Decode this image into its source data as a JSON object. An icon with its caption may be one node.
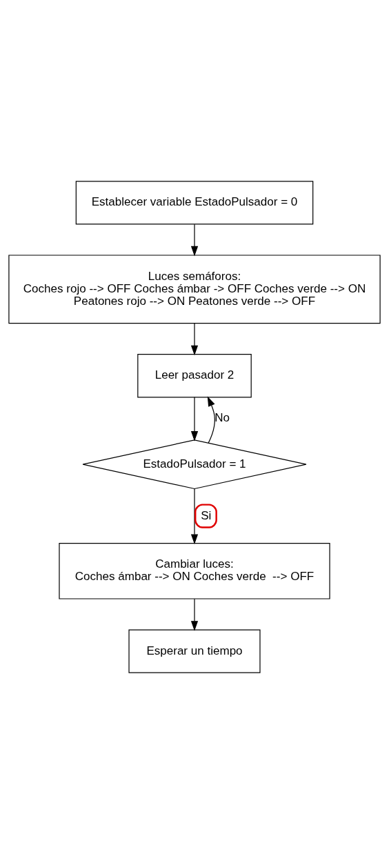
{
  "diagram": {
    "nodes": [
      {
        "text": [
          "Establecer variable EstadoPulsador = 0"
        ]
      },
      {
        "text": [
          "Luces semáforos:",
          "Coches rojo --> OFF Coches ámbar -> OFF Coches verde --> ON",
          "Peatones rojo --> ON Peatones verde --> OFF"
        ]
      },
      {
        "text": [
          "Leer pasador 2"
        ]
      },
      {
        "text": [
          "EstadoPulsador = 1"
        ]
      },
      {
        "text": [
          "Cambiar luces:",
          "Coches ámbar --> ON Coches verde  --> OFF"
        ]
      },
      {
        "text": [
          "Esperar un tiempo"
        ]
      }
    ],
    "edges": [
      {
        "from": 0,
        "to": 1,
        "arrow": "to"
      },
      {
        "from": 1,
        "to": 2,
        "arrow": "to"
      },
      {
        "from": 2,
        "to": 3,
        "arrow": "to"
      },
      {
        "from": 3,
        "to": 2,
        "arrow": "to",
        "label": "No"
      },
      {
        "from": 3,
        "to": 4,
        "arrow": "to",
        "label": "Si"
      },
      {
        "from": 4,
        "to": 5,
        "arrow": "to"
      }
    ]
  }
}
